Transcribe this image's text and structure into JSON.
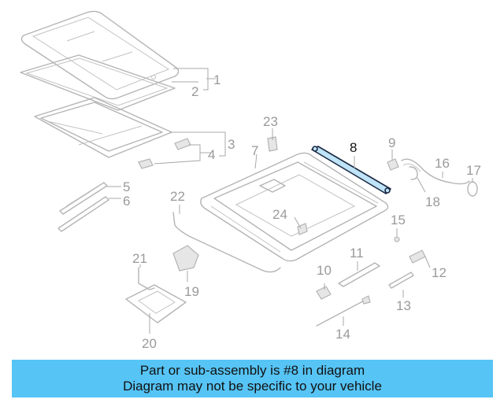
{
  "callouts": [
    "1",
    "2",
    "3",
    "4",
    "5",
    "6",
    "7",
    "8",
    "9",
    "10",
    "11",
    "12",
    "13",
    "14",
    "15",
    "16",
    "17",
    "18",
    "19",
    "20",
    "21",
    "22",
    "23",
    "24"
  ],
  "highlighted_part": "8",
  "colors": {
    "banner": "#56c4f5",
    "highlight_fill": "#bfe3f7",
    "highlight_stroke": "#1a2a44",
    "line_art": "#b4b4b4"
  },
  "banner": {
    "line1": "Part or sub-assembly is #8 in diagram",
    "line2": "Diagram may not be specific to your vehicle"
  }
}
